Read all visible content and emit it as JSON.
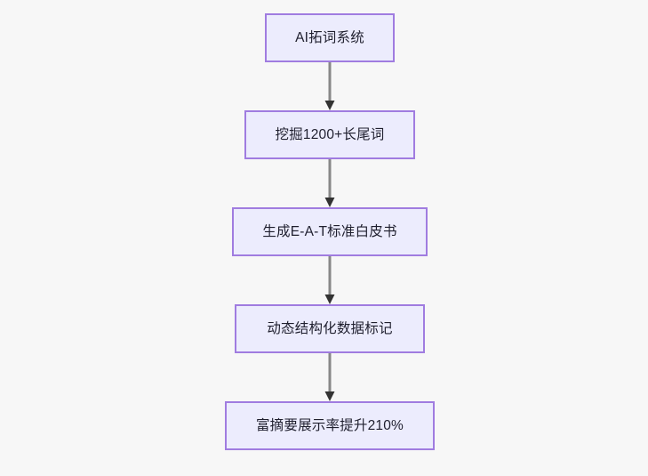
{
  "diagram": {
    "type": "flowchart",
    "orientation": "top-to-bottom",
    "background_color": "#f7f7f7",
    "node_fill_color": "#ececfd",
    "node_border_color": "#a07ce0",
    "node_text_color": "#1f1f2e",
    "connector_line_color": "#888888",
    "connector_arrow_color": "#333333",
    "nodes": [
      {
        "id": "node-1",
        "label": "AI拓词系统"
      },
      {
        "id": "node-2",
        "label": "挖掘1200+长尾词"
      },
      {
        "id": "node-3",
        "label": "生成E-A-T标准白皮书"
      },
      {
        "id": "node-4",
        "label": "动态结构化数据标记"
      },
      {
        "id": "node-5",
        "label": "富摘要展示率提升210%"
      }
    ],
    "edges": [
      {
        "id": "edge-1",
        "from": "node-1",
        "to": "node-2",
        "label": ""
      },
      {
        "id": "edge-2",
        "from": "node-2",
        "to": "node-3",
        "label": ""
      },
      {
        "id": "edge-3",
        "from": "node-3",
        "to": "node-4",
        "label": ""
      },
      {
        "id": "edge-4",
        "from": "node-4",
        "to": "node-5",
        "label": ""
      }
    ]
  }
}
